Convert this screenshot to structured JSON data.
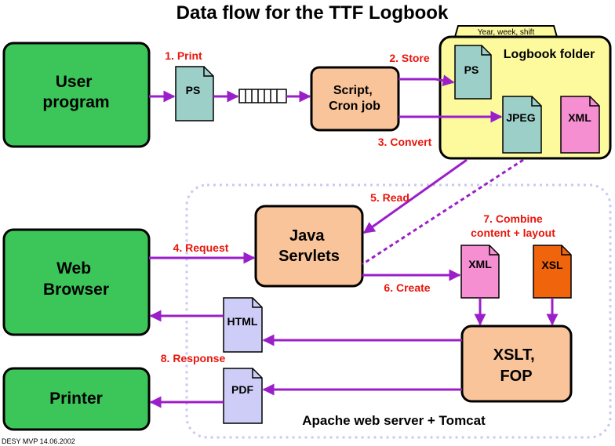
{
  "title": "Data flow for the TTF Logbook",
  "boxes": {
    "user_program": [
      "User",
      "program"
    ],
    "script": [
      "Script,",
      "Cron job"
    ],
    "java_servlets": [
      "Java",
      "Servlets"
    ],
    "web_browser": [
      "Web",
      "Browser"
    ],
    "printer": [
      "Printer"
    ],
    "xslt_fop": [
      "XSLT,",
      "FOP"
    ]
  },
  "folder": {
    "tab_label": "Year, week, shift",
    "title": "Logbook folder"
  },
  "documents": {
    "ps_print": "PS",
    "ps_folder": "PS",
    "jpeg": "JPEG",
    "xml_folder": "XML",
    "xml_created": "XML",
    "xsl": "XSL",
    "html": "HTML",
    "pdf": "PDF"
  },
  "steps": {
    "print": "1. Print",
    "store": "2. Store",
    "convert": "3. Convert",
    "request": "4. Request",
    "read": "5. Read",
    "create": "6. Create",
    "combine_line1": "7. Combine",
    "combine_line2": "content + layout",
    "response": "8. Response"
  },
  "server_label": "Apache web server + Tomcat",
  "footer": "DESY MVP 14.06.2002",
  "colors": {
    "green": "#3cc65a",
    "orange": "#f9c49a",
    "folder_yellow": "#fdfa9e",
    "teal_doc": "#9dcfc9",
    "pink_doc": "#f58fd2",
    "orange_doc": "#f0640c",
    "lavender_doc": "#cdcdf7",
    "arrow": "#9b1fc9",
    "step_text": "#e8160c"
  }
}
